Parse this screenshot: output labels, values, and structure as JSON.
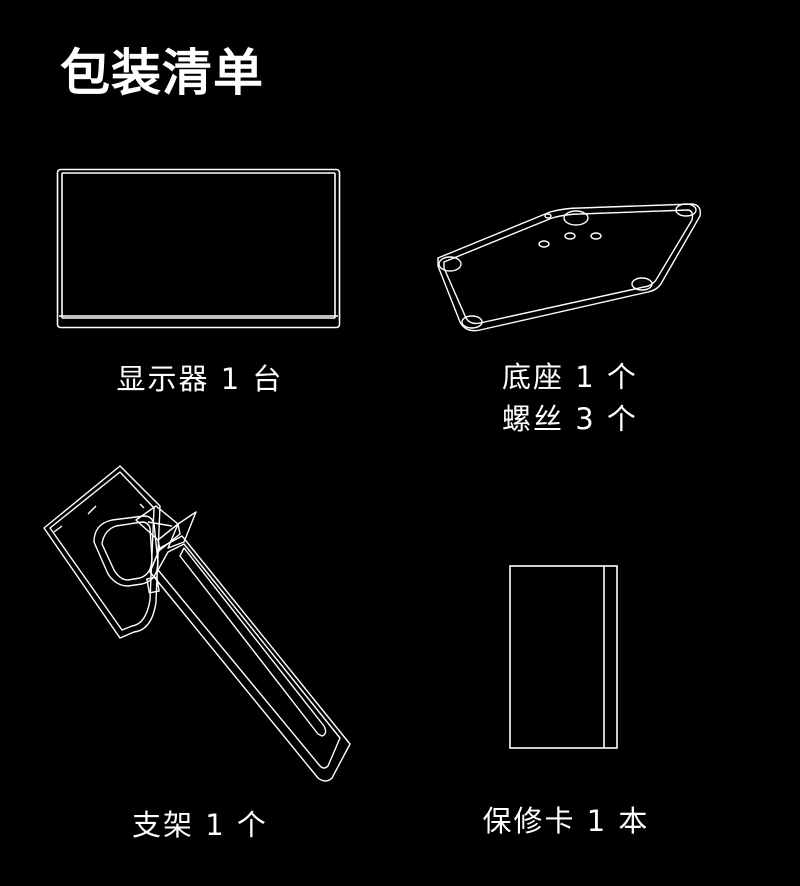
{
  "title": "包装清单",
  "items": [
    {
      "name": "monitor",
      "icon": "monitor-icon",
      "lines": [
        "显示器 1 台"
      ]
    },
    {
      "name": "base",
      "icon": "base-plate-icon",
      "lines": [
        "底座 1 个",
        "螺丝 3 个"
      ]
    },
    {
      "name": "stand",
      "icon": "stand-arm-icon",
      "lines": [
        "支架 1 个"
      ]
    },
    {
      "name": "warranty-card",
      "icon": "warranty-card-icon",
      "lines": [
        "保修卡 1 本"
      ]
    }
  ],
  "colors": {
    "background": "#000000",
    "text": "#ffffff",
    "line_art": "#ffffff"
  }
}
